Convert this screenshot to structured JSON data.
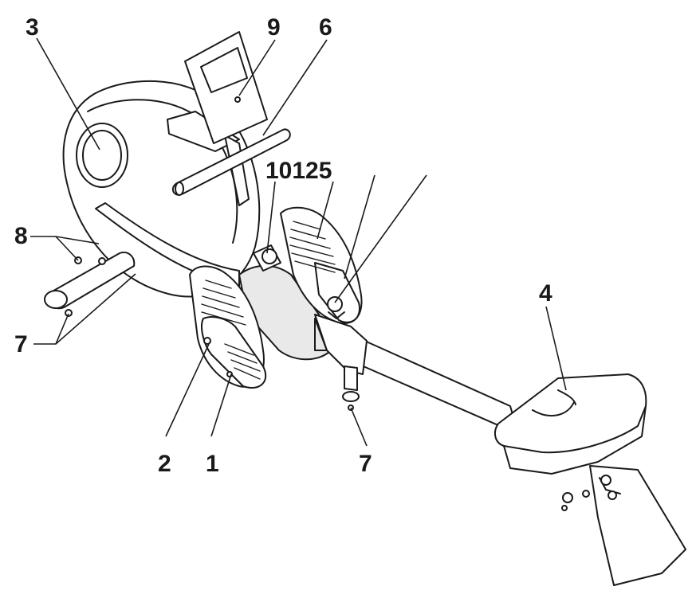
{
  "callouts": {
    "c3": "3",
    "c9": "9",
    "c6": "6",
    "c10125": "10125",
    "c8": "8",
    "c7_left": "7",
    "c4": "4",
    "c2": "2",
    "c1": "1",
    "c7_bottom": "7"
  }
}
